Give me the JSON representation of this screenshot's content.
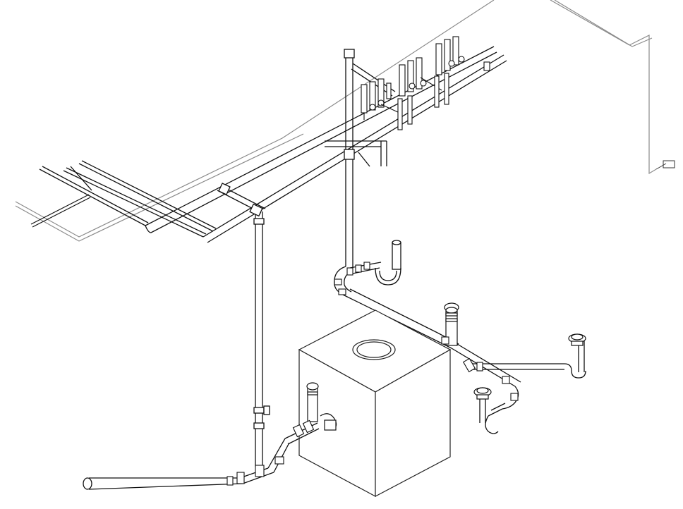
{
  "drawing": {
    "background": "#ffffff",
    "line_color": "#111111",
    "outline_color": "#8a8a8a",
    "pipe_fill": "#ffffff"
  },
  "components": {
    "wall_outline": "wall-outline",
    "ceiling_outline": "ceiling-outline",
    "cold_water_supply": "supply-pipe-1",
    "hot_water_supply": "supply-pipe-2",
    "drain_riser": "drain-riser",
    "waste_line": "waste-line",
    "tank": "interceptor-tank",
    "vent": "vent-pipe",
    "floor_drains": "floor-drain",
    "valves": "valve-icon"
  }
}
